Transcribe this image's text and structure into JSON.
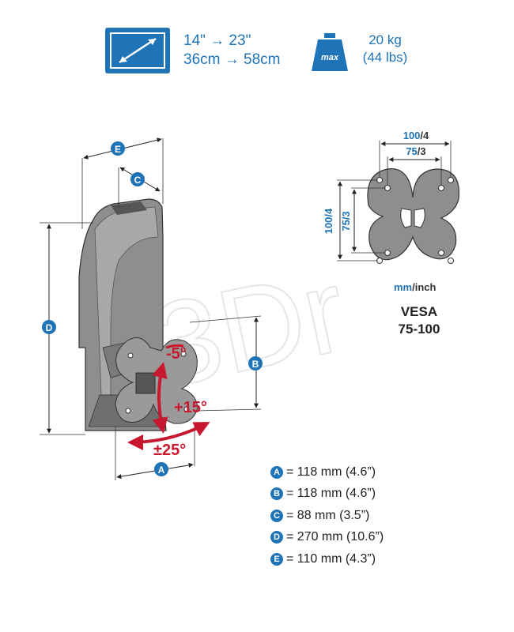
{
  "header": {
    "screen_size_line1": "14\" → 23\"",
    "screen_size_line2": "36cm → 58cm",
    "weight_icon_label": "max",
    "weight_line1": "20 kg",
    "weight_line2": "(44 lbs)"
  },
  "vesa": {
    "top_outer": {
      "value": "100",
      "sep": "/",
      "unit": "4"
    },
    "top_inner": {
      "value": "75",
      "sep": "/",
      "unit": "3"
    },
    "left_outer": "100/4",
    "left_inner": "75/3",
    "unit_a": "mm",
    "unit_sep": "/",
    "unit_b": "inch",
    "title_line1": "VESA",
    "title_line2": "75-100"
  },
  "angles": {
    "tilt_up": "-5°",
    "tilt_down": "+15°",
    "swivel": "±25°"
  },
  "dimension_markers": [
    "A",
    "B",
    "C",
    "D",
    "E"
  ],
  "legend": [
    {
      "key": "A",
      "text": "= 118 mm (4.6”)"
    },
    {
      "key": "B",
      "text": "= 118 mm (4.6”)"
    },
    {
      "key": "C",
      "text": "= 88 mm (3.5”)"
    },
    {
      "key": "D",
      "text": "= 270 mm (10.6”)"
    },
    {
      "key": "E",
      "text": "= 110 mm (4.3”)"
    }
  ],
  "watermark": "3Dr",
  "colors": {
    "accent_blue": "#1f73b7",
    "angle_red": "#c8182f",
    "bracket_gray": "#8e8e8e"
  }
}
